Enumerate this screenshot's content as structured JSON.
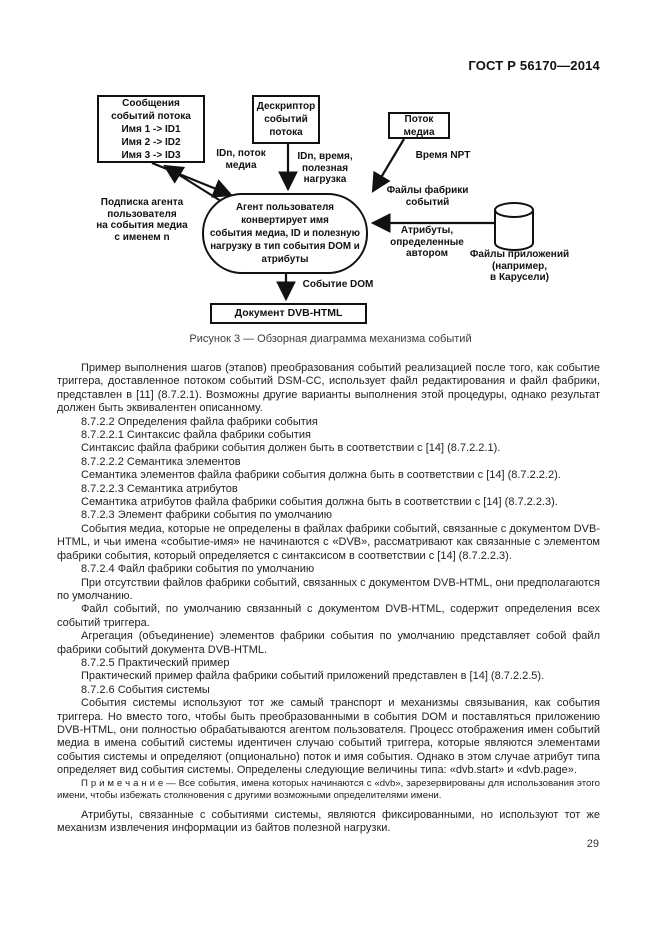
{
  "header": {
    "doc_code": "ГОСТ Р 56170—2014"
  },
  "diagram": {
    "caption": "Рисунок 3 — Обзорная диаграмма механизма событий",
    "boxes": {
      "stream_messages": "Сообщения\nсобытий потока\nИмя 1 -> ID1\nИмя 2 -> ID2\nИмя 3 -> ID3",
      "stream_descriptor": "Дескриптор\nсобытий\nпотока",
      "media_stream": "Поток\nмедиа",
      "user_agent": "Агент пользователя\nконвертирует имя\nсобытия медиа, ID и полезную\nнагрузку в тип события DOM и\nатрибуты",
      "dvb_document": "Документ DVB-HTML"
    },
    "labels": {
      "subscribe": "Подписка агента\nпользователя\nна события медиа\nс именем n",
      "idn_stream": "IDn, поток\nмедиа",
      "idn_time": "IDn, время,\nполезная\nнагрузка",
      "npt_time": "Время NPT",
      "factory_files": "Файлы фабрики\nсобытий",
      "author_attributes": "Атрибуты,\nопределенные\nавтором",
      "app_files": "Файлы приложений\n(например,\nв Карусели)",
      "dom_event": "Событие DOM"
    }
  },
  "body": {
    "paragraphs": [
      "Пример выполнения шагов (этапов) преобразования событий реализацией после того, как событие триггера, доставленное потоком событий DSM-CC, использует файл редактирования и файл фабрики, представлен в [11] (8.7.2.1). Возможны другие варианты выполнения этой процедуры, однако результат должен быть эквивалентен описанному.",
      "8.7.2.2 Определения файла фабрики события",
      "8.7.2.2.1 Синтаксис файла фабрики события",
      "Синтаксис файла фабрики события должен быть в соответствии с [14] (8.7.2.2.1).",
      "8.7.2.2.2 Семантика элементов",
      "Семантика элементов файла фабрики события должна быть в соответствии с [14] (8.7.2.2.2).",
      "8.7.2.2.3 Семантика атрибутов",
      "Семантика атрибутов файла фабрики события должна быть в соответствии с [14] (8.7.2.2.3).",
      "8.7.2.3 Элемент фабрики события по умолчанию",
      "События медиа, которые не определены в файлах фабрики событий, связанные с документом DVB-HTML, и чьи имена «событие-имя» не начинаются с «DVB», рассматривают как связанные с элементом фабрики события, который определяется с синтаксисом в соответствии с [14] (8.7.2.2.3).",
      "8.7.2.4 Файл фабрики события по умолчанию",
      "При отсутствии файлов фабрики событий, связанных с документом DVB-HTML, они предполагаются по умолчанию.",
      "Файл событий, по умолчанию связанный с документом DVB-HTML, содержит определения всех событий триггера.",
      "Агрегация (объединение) элементов фабрики события по умолчанию представляет собой файл фабрики событий документа DVB-HTML.",
      "8.7.2.5 Практический пример",
      "Практический пример файла фабрики событий приложений представлен в [14] (8.7.2.2.5).",
      "8.7.2.6 События системы",
      "События системы используют тот же самый транспорт и механизмы связывания, как события триггера. Но вместо того, чтобы быть преобразованными в события DOM и поставляться приложению DVB-HTML, они полностью обрабатываются агентом пользователя. Процесс отображения имен событий медиа в имена событий системы идентичен случаю событий триггера, которые являются элементами события системы и определяют (опционально) поток и имя события. Однако в этом случае атрибут типа определяет вид события системы. Определены следующие величины типа: «dvb.start» и «dvb.page»."
    ],
    "note": "П р и м е ч а н и е — Все события, имена которых начинаются с «dvb», зарезервированы для использования этого имени, чтобы избежать столкновения с другими возможными определителями имени.",
    "closing": "Атрибуты, связанные с событиями системы, являются фиксированными, но используют тот же механизм извлечения информации из байтов полезной нагрузки."
  },
  "footer": {
    "page_number": "29"
  }
}
